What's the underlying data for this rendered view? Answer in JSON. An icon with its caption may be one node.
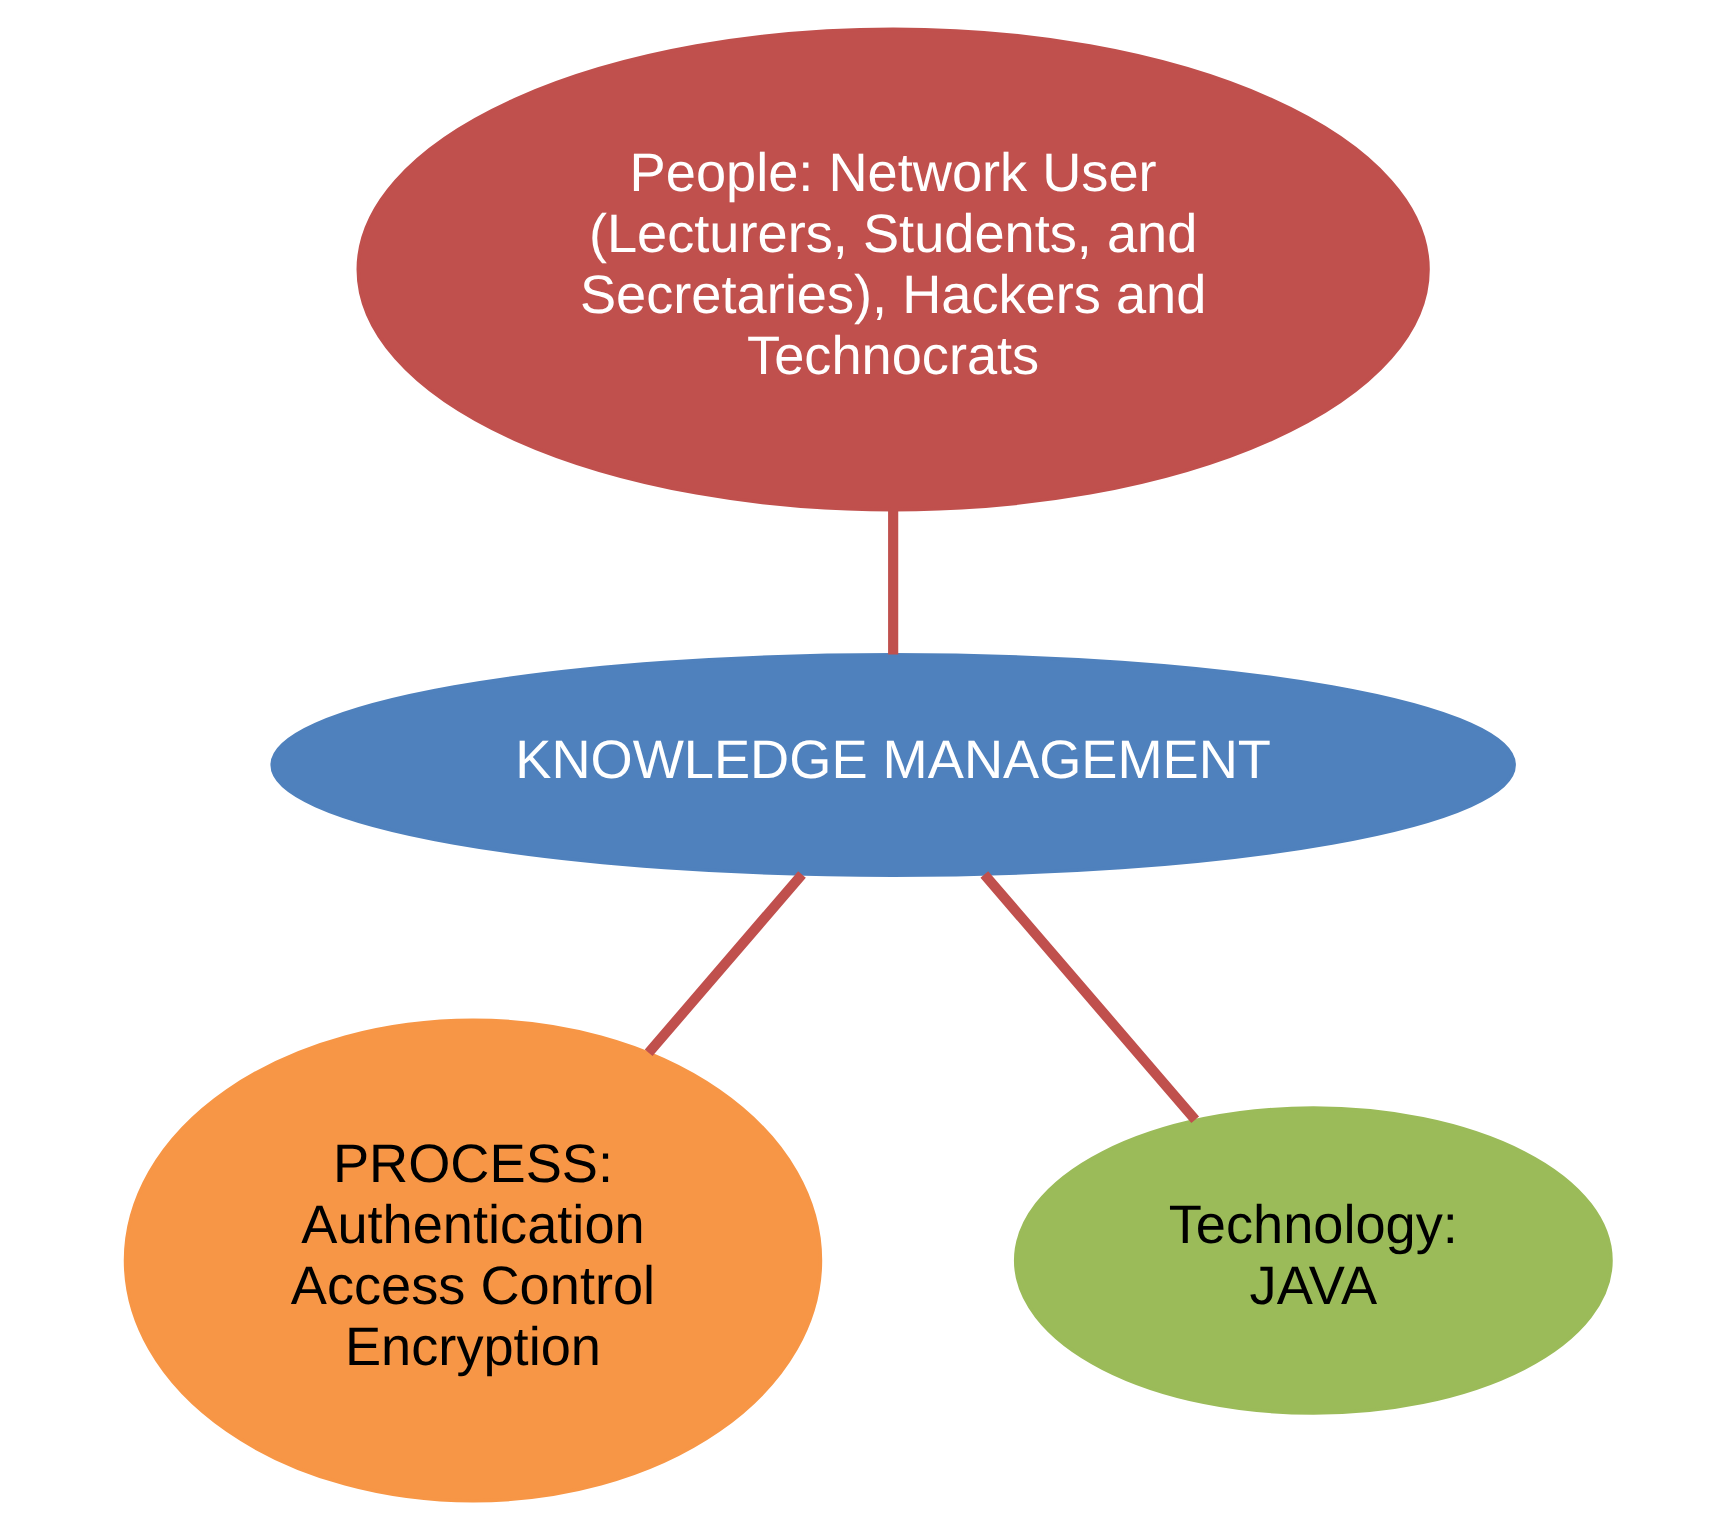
{
  "diagram": {
    "nodes": [
      {
        "text": [
          "People: Network User (Lecturers, Students, and Secretaries), Hackers and Technocrats"
        ]
      },
      {
        "text": [
          "KNOWLEDGE MANAGEMENT"
        ]
      },
      {
        "text": [
          "PROCESS:",
          "Authentication",
          "Access Control",
          "Encryption"
        ]
      },
      {
        "text": [
          "Technology:",
          "JAVA"
        ]
      }
    ],
    "edges": [
      {
        "from": 0,
        "to": 1,
        "arrow": "none"
      },
      {
        "from": 1,
        "to": 2,
        "arrow": "none"
      },
      {
        "from": 1,
        "to": 3,
        "arrow": "none"
      }
    ]
  }
}
